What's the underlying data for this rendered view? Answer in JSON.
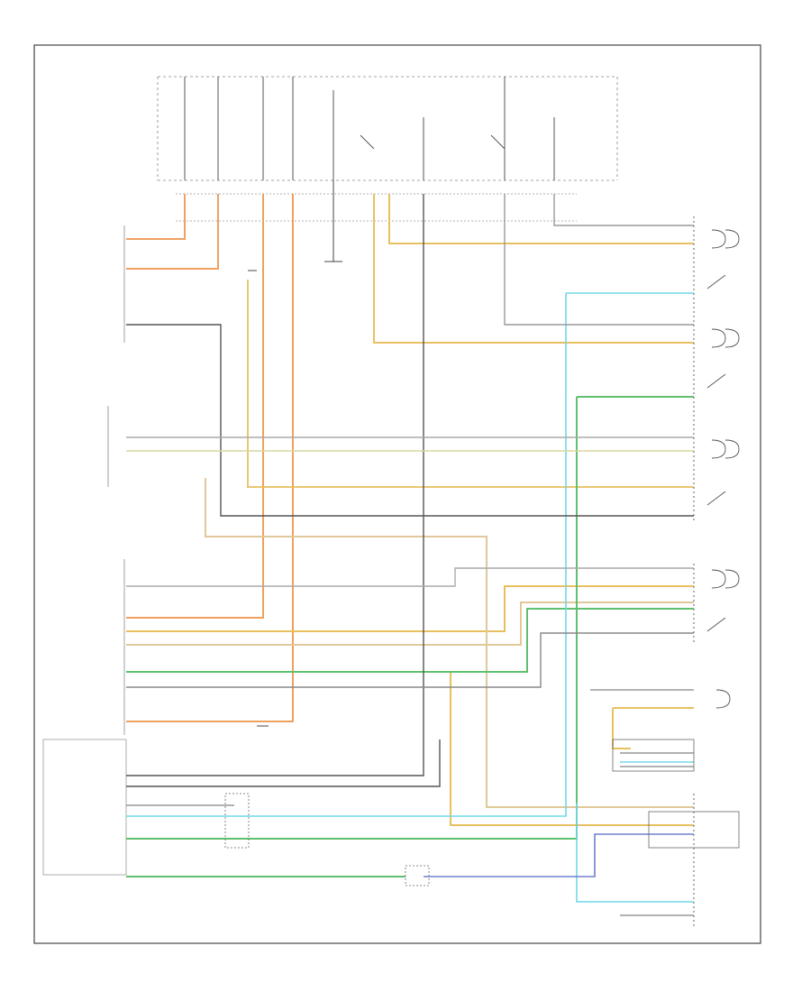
{
  "diagram": {
    "footer_code": "",
    "labels": [
      {
        "id": "fuse-a",
        "text": ""
      },
      {
        "id": "fuse-b",
        "text": ""
      },
      {
        "id": "fuse-c",
        "text": ""
      },
      {
        "id": "relay-box",
        "text": ""
      },
      {
        "id": "driver-door-module",
        "text": ""
      },
      {
        "id": "lf-door-lock-actuator",
        "text": ""
      },
      {
        "id": "rf-door-lock-actuator",
        "text": ""
      },
      {
        "id": "liftgate-lock",
        "text": ""
      },
      {
        "id": "passenger-door-module",
        "text": ""
      },
      {
        "id": "rear-door-module",
        "text": ""
      },
      {
        "id": "passenger-seat-switch",
        "text": ""
      },
      {
        "id": "body-control-module",
        "text": ""
      }
    ],
    "wire_colors": {
      "orange": "#f0a060",
      "yellow": "#e8c060",
      "green": "#60c070",
      "cyan": "#70d8e8",
      "blue": "#7080d0",
      "gray": "#909090",
      "black": "#303030",
      "tan": "#e0c89a"
    }
  }
}
